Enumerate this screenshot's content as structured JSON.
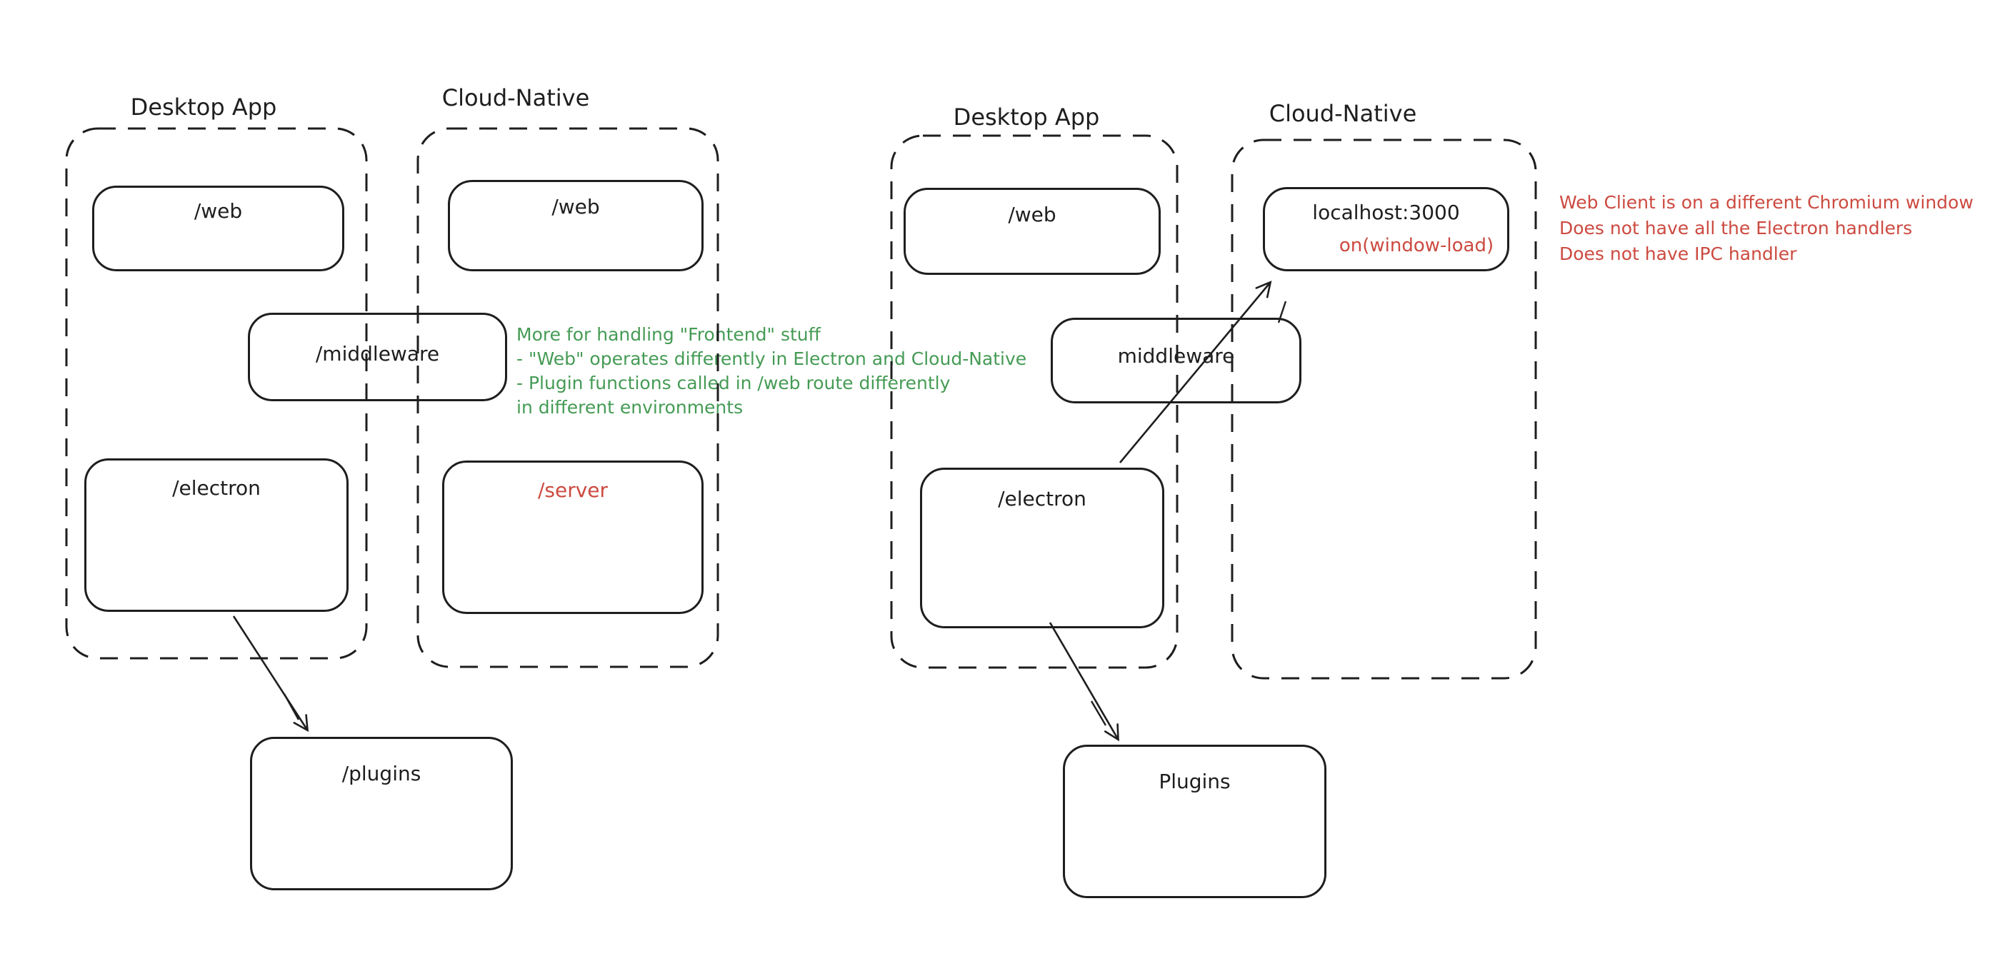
{
  "colors": {
    "ink": "#1e1e1e",
    "annotation_green": "#459b55",
    "annotation_red": "#cc4a40",
    "background": "#ffffff"
  },
  "left": {
    "desktop_title": "Desktop App",
    "cloud_title": "Cloud-Native",
    "web_desktop": "/web",
    "web_cloud": "/web",
    "middleware": "/middleware",
    "electron": "/electron",
    "server": "/server",
    "plugins": "/plugins",
    "note_lines": [
      "More for handling \"Frontend\" stuff",
      "- \"Web\" operates differently in Electron and Cloud-Native",
      "- Plugin functions called in /web route differently",
      "in different environments"
    ]
  },
  "right": {
    "desktop_title": "Desktop App",
    "cloud_title": "Cloud-Native",
    "web": "/web",
    "localhost_title": "localhost:3000",
    "localhost_handler": "on(window-load)",
    "middleware": "middleware",
    "electron": "/electron",
    "plugins": "Plugins",
    "note_lines": [
      "Web Client is on a different Chromium window",
      "Does not have all the Electron handlers",
      "Does not have IPC handler"
    ]
  }
}
